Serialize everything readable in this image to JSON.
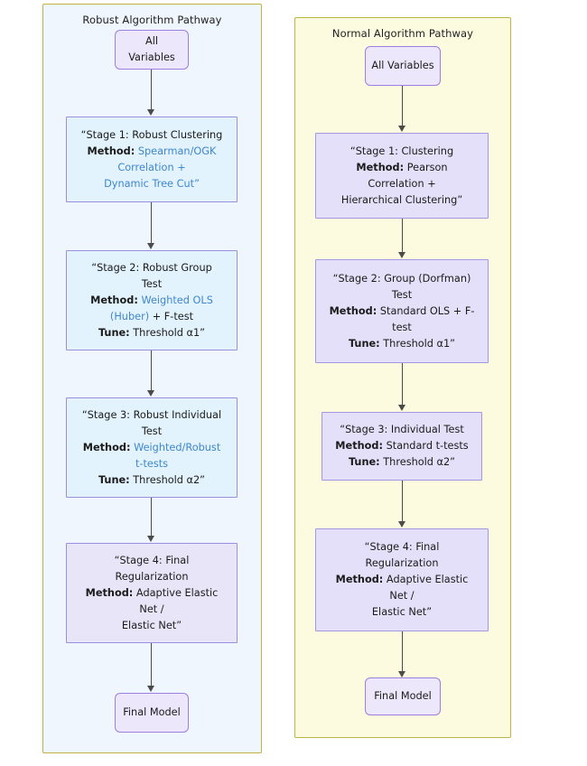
{
  "pathways": [
    {
      "id": "robust",
      "title": "Robust Algorithm Pathway",
      "container_fill": "#eff6fd",
      "container_border": "#bfb545",
      "start": {
        "label": "All Variables"
      },
      "end": {
        "label": "Final Model"
      },
      "stages": [
        {
          "id": "stage1",
          "title": "“Stage 1: Robust Clustering",
          "method_label": "Method:",
          "method_value": "Spearman/OGK",
          "method_value_highlight": true,
          "extra_lines": [
            {
              "text": "Correlation +",
              "highlight": true
            },
            {
              "text": "Dynamic Tree Cut”",
              "highlight": true
            }
          ],
          "tune_label": "",
          "tune_value": ""
        },
        {
          "id": "stage2",
          "title": "“Stage 2: Robust Group",
          "title_line2": "Test",
          "method_label": "Method:",
          "method_value": "Weighted OLS",
          "method_value_highlight": true,
          "extra_lines": [
            {
              "text": "(Huber)",
              "highlight": true,
              "suffix": " + F-test"
            }
          ],
          "tune_label": "Tune:",
          "tune_value": "Threshold α1”"
        },
        {
          "id": "stage3",
          "title": "“Stage 3: Robust Individual",
          "title_line2": "Test",
          "method_label": "Method:",
          "method_value": "Weighted/Robust",
          "method_value_highlight": true,
          "extra_lines": [
            {
              "text": "t-tests",
              "highlight": true
            }
          ],
          "tune_label": "Tune:",
          "tune_value": "Threshold α2”"
        },
        {
          "id": "stage4",
          "title": "“Stage 4: Final",
          "title_line2": "Regularization",
          "method_label": "Method:",
          "method_value": "Adaptive Elastic",
          "method_value_highlight": false,
          "extra_lines": [
            {
              "text": "Net /",
              "highlight": false
            },
            {
              "text": "Elastic Net”",
              "highlight": false
            }
          ],
          "tune_label": "",
          "tune_value": ""
        }
      ]
    },
    {
      "id": "normal",
      "title": "Normal Algorithm Pathway",
      "container_fill": "#fdfbdf",
      "container_border": "#bfb545",
      "start": {
        "label": "All Variables"
      },
      "end": {
        "label": "Final Model"
      },
      "stages": [
        {
          "id": "stage1",
          "title": "“Stage 1: Clustering",
          "method_label": "Method:",
          "method_value": "Pearson",
          "method_value_highlight": false,
          "extra_lines": [
            {
              "text": "Correlation +",
              "highlight": false
            },
            {
              "text": "Hierarchical Clustering”",
              "highlight": false
            }
          ],
          "tune_label": "",
          "tune_value": ""
        },
        {
          "id": "stage2",
          "title": "“Stage 2: Group (Dorfman)",
          "title_line2": "Test",
          "method_label": "Method:",
          "method_value": "Standard OLS + F-",
          "method_value_highlight": false,
          "extra_lines": [
            {
              "text": "test",
              "highlight": false
            }
          ],
          "tune_label": "Tune:",
          "tune_value": "Threshold α1”"
        },
        {
          "id": "stage3",
          "title": "“Stage 3: Individual Test",
          "method_label": "Method:",
          "method_value": "Standard t-tests",
          "method_value_highlight": false,
          "extra_lines": [],
          "tune_label": "Tune:",
          "tune_value": "Threshold α2”"
        },
        {
          "id": "stage4",
          "title": "“Stage 4: Final",
          "title_line2": "Regularization",
          "method_label": "Method:",
          "method_value": "Adaptive Elastic",
          "method_value_highlight": false,
          "extra_lines": [
            {
              "text": "Net /",
              "highlight": false
            },
            {
              "text": "Elastic Net”",
              "highlight": false
            }
          ],
          "tune_label": "",
          "tune_value": ""
        }
      ]
    }
  ],
  "colors": {
    "highlight_text": "#3f86cf",
    "node_border": "#9a8fe0",
    "start_end_fill": "#ece7fb",
    "edge": "#4a4a4a"
  }
}
